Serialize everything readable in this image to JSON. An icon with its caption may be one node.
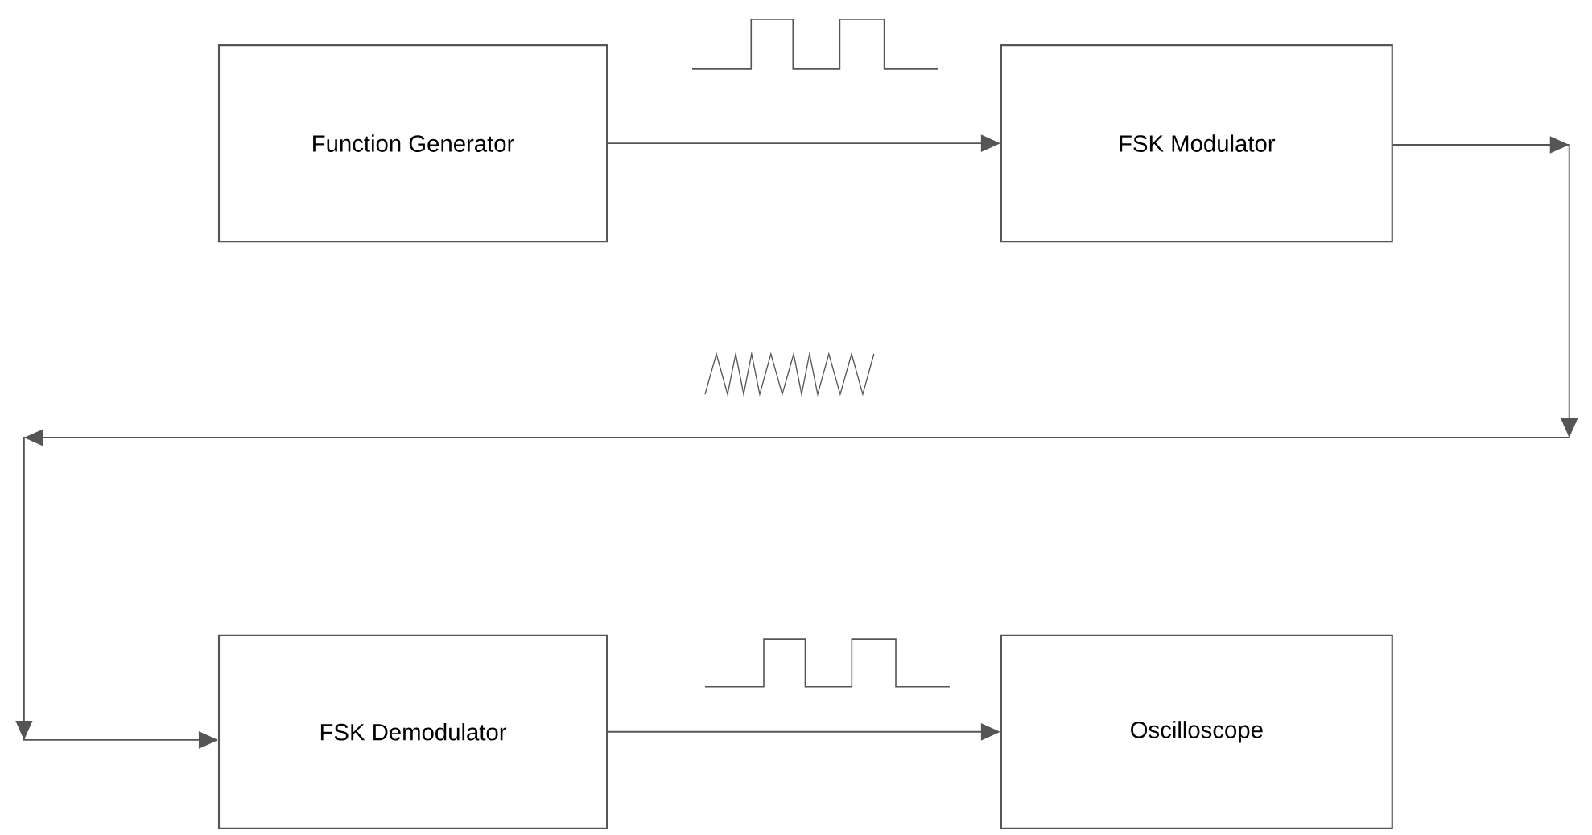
{
  "diagram": {
    "nodes": [
      {
        "text": [
          "Function Generator"
        ]
      },
      {
        "text": [
          "FSK Modulator"
        ]
      },
      {
        "text": [
          "FSK Demodulator"
        ]
      },
      {
        "text": [
          "Oscilloscope"
        ]
      }
    ],
    "edges": [
      {
        "from": 0,
        "to": 1,
        "arrow": "to"
      },
      {
        "from": 1,
        "to": 2,
        "arrow": "to"
      },
      {
        "from": 2,
        "to": 3,
        "arrow": "to"
      }
    ]
  }
}
